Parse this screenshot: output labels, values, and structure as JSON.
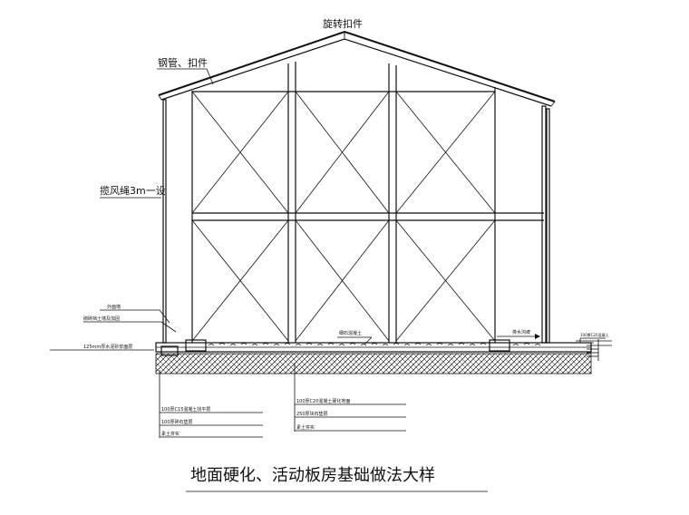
{
  "labels": {
    "top_fitting": "旋转扣件",
    "steel_pipe_fitting": "钢管、扣件",
    "wind_rope": "揽风绳3m一设",
    "left_1": "外面墙",
    "left_2": "砌砖挡土墙及加固",
    "left_3": "125mm厚水泥砂浆面层",
    "right_slope": "排水沟坡",
    "right_small": "100厚C20混凝土",
    "center_mid": "细石混凝土",
    "bottom_left_1": "100厚C15混凝土找平层",
    "bottom_left_2": "100厚碎石垫层",
    "bottom_left_3": "素土夯实",
    "bottom_right_1": "100厚C20混凝土硬化地面",
    "bottom_right_2": "250厚块石垫层",
    "bottom_right_3": "素土夯实"
  },
  "title": "地面硬化、活动板房基础做法大样"
}
